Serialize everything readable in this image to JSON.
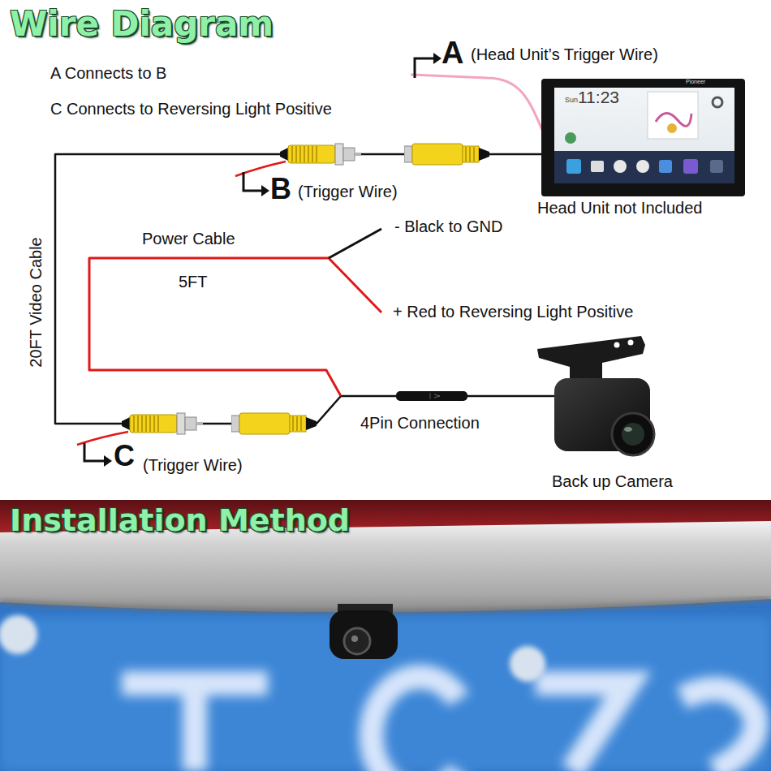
{
  "diagram": {
    "title": "Wire Diagram",
    "nodes": [
      {
        "text": [
          "Pioneer",
          "Sun",
          "11:23",
          "Head Unit not Included"
        ]
      },
      {
        "text": [
          "Back up Camera"
        ]
      }
    ],
    "edges": [
      {
        "from": 1,
        "to": 0,
        "arrow": "none"
      }
    ],
    "labels": [
      "A Connects to B",
      "C Connects to Reversing Light Positive",
      "A",
      "(Head Unit’s Trigger Wire)",
      "B",
      "(Trigger Wire)",
      "C",
      "(Trigger Wire)",
      "20FT Video Cable",
      "Power Cable",
      "5FT",
      "- Black to GND",
      "+ Red to Reversing Light Positive",
      "4Pin Connection",
      "Installation Method"
    ]
  }
}
